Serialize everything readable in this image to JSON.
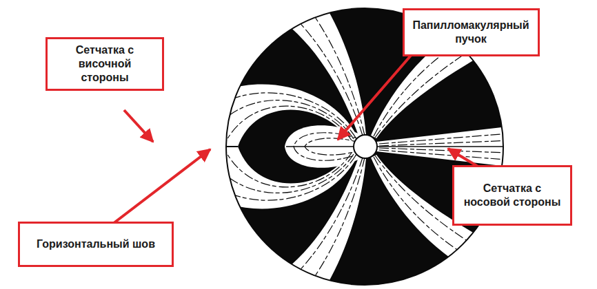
{
  "diagram": {
    "nodes": [
      {
        "text": [
          "Сетчатка с височной стороны"
        ]
      },
      {
        "text": [
          "Папилломакулярный пучок"
        ]
      },
      {
        "text": [
          "Сетчатка с носовой стороны"
        ]
      },
      {
        "text": [
          "Горизонтальный шов"
        ]
      }
    ]
  }
}
